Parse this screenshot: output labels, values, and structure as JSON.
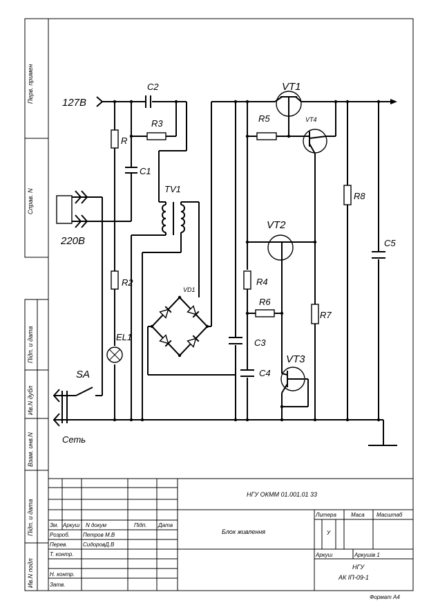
{
  "labels": {
    "vt1": "VT1",
    "vt4": "VT4",
    "vt2": "VT2",
    "vt3": "VT3",
    "c2": "C2",
    "r3": "R3",
    "r": "R",
    "c1": "C1",
    "tv1": "TV1",
    "r5": "R5",
    "r8": "R8",
    "c5": "C5",
    "r4": "R4",
    "r6": "R6",
    "r7": "R7",
    "c3": "C3",
    "c4": "C4",
    "vd1": "VD1",
    "r2": "R2",
    "el1": "EL1",
    "sa": "SA",
    "in127": "127В",
    "in220": "220В",
    "mains": "Сеть"
  },
  "sidebar": {
    "perv_primen": "Перв. примен",
    "sprav_n": "Справ. N",
    "podp_data_1": "Підп. и дата",
    "inv_dubl": "Ив.N дубл",
    "vzam_inv": "Взам. инв.N",
    "podp_data_2": "Підп. и дата",
    "inv_podl": "Ив.N подл"
  },
  "title_block": {
    "doc_code": "НГУ ОКММ 01.001.01 33",
    "title": "Блок живлення",
    "hdr_zm": "Зм.",
    "hdr_arkush": "Аркуш",
    "hdr_ndokum": "N докум",
    "hdr_pidp": "Підп.",
    "hdr_data": "Дата",
    "row_rozrob": "Розроб.",
    "row_perev": "Перев.",
    "row_tkontr": "Т. контр.",
    "row_nkontr": "Н. контр.",
    "row_zatv": "Затв.",
    "name_petrov": "Петров М.В",
    "name_sidorov": "СидоровД.В",
    "litera": "Литера",
    "masa": "Маса",
    "masshtab": "Масштаб",
    "litera_val": "У",
    "arkush_label": "Аркуш",
    "arkushiv": "Аркушів 1",
    "org": "НГУ",
    "group": "АК ІП-09-1",
    "format": "Формат А4"
  }
}
